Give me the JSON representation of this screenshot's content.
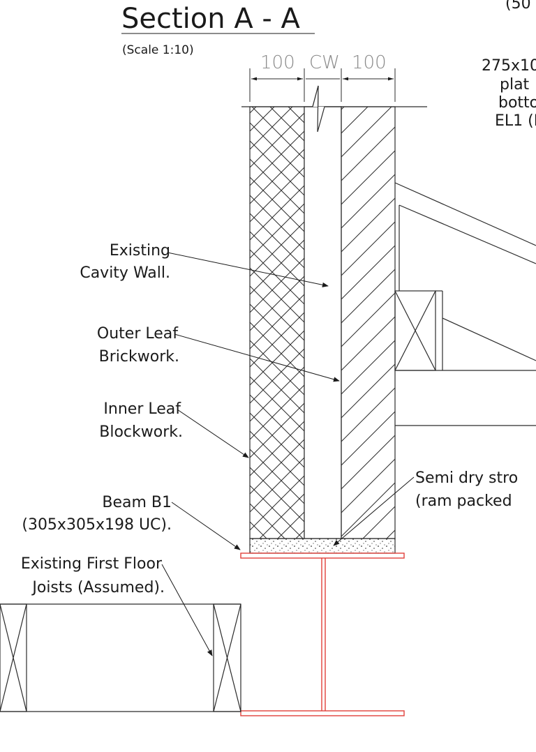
{
  "drawing": {
    "title": "Section A - A",
    "scale": "(Scale 1:10)",
    "dimensions": [
      "100",
      "CW",
      "100"
    ],
    "top_right_fragment": "(50",
    "right_note_lines": [
      "275x10",
      "plat",
      "botto",
      "EL1 (I"
    ],
    "labels": {
      "existing_cavity_wall": [
        "Existing",
        "Cavity Wall."
      ],
      "outer_leaf": [
        "Outer Leaf",
        "Brickwork."
      ],
      "inner_leaf": [
        "Inner Leaf",
        "Blockwork."
      ],
      "beam": [
        "Beam B1",
        "(305x305x198 UC)."
      ],
      "joists": [
        "Existing First Floor",
        "Joists (Assumed)."
      ],
      "semi_dry": [
        "Semi dry stro",
        "(ram packed"
      ]
    },
    "colors": {
      "line": "#2b2b2b",
      "steel_beam": "#e0403a",
      "dimension": "#8a8a8a"
    }
  }
}
